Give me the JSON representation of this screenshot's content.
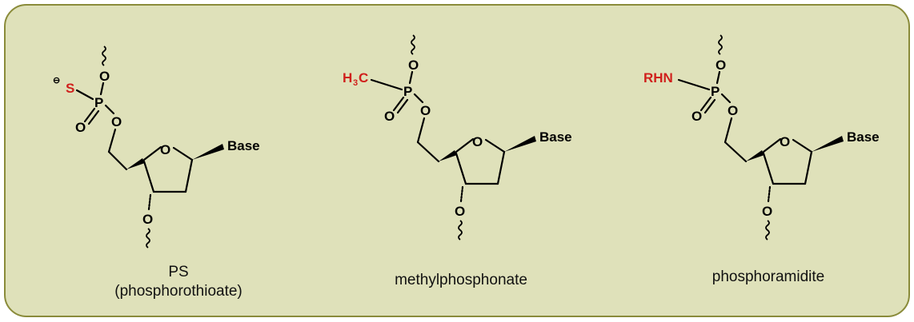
{
  "colors": {
    "panel_bg": "#dfe1ba",
    "panel_border": "#8a8b3a",
    "bond": "#000000",
    "highlight": "#d0201c"
  },
  "atoms": {
    "oxygen": "O",
    "phosphorus": "P",
    "base": "Base",
    "ring_oxygen": "O"
  },
  "structures": [
    {
      "id": "ps",
      "modification": "S",
      "charge_symbol": "⊖",
      "caption_line1": "PS",
      "caption_line2": "(phosphorothioate)"
    },
    {
      "id": "methylphosphonate",
      "modification_main": "H",
      "modification_sub": "3",
      "modification_tail": "C",
      "caption_line1": "methylphosphonate"
    },
    {
      "id": "phosphoramidite",
      "modification": "RHN",
      "caption_line1": "phosphoramidite"
    }
  ]
}
